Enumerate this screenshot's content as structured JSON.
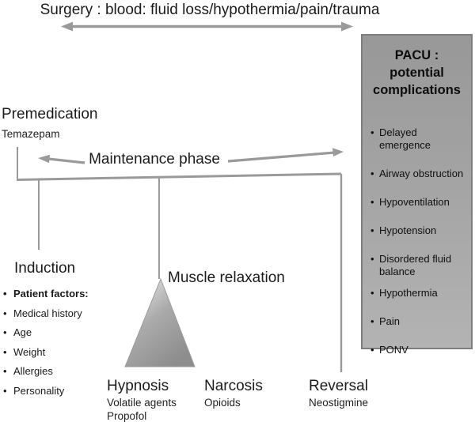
{
  "figure": {
    "surgery_banner": "Surgery : blood: fluid loss/hypothermia/pain/trauma",
    "premedication": {
      "label": "Premedication",
      "drug": "Temazepam"
    },
    "maintenance_label": "Maintenance phase",
    "induction": {
      "label": "Induction",
      "bullets": [
        "Patient factors:",
        "Medical history",
        "Age",
        "Weight",
        "Allergies",
        "Personality"
      ]
    },
    "muscle_relaxation_label": "Muscle relaxation",
    "pillars": {
      "hypnosis": {
        "label": "Hypnosis",
        "drugs": [
          "Volatile agents",
          "Propofol"
        ]
      },
      "narcosis": {
        "label": "Narcosis",
        "drugs": [
          "Opioids"
        ]
      },
      "reversal": {
        "label": "Reversal",
        "drugs": [
          "Neostigmine"
        ]
      }
    },
    "pacu": {
      "title": "PACU :\npotential\ncomplications",
      "items": [
        "Delayed emergence",
        "Airway obstruction",
        "Hypoventilation",
        "Hypotension",
        "Disordered fluid balance",
        "Hypothermia",
        "Pain",
        "PONV"
      ]
    },
    "colors": {
      "line_gray": "#999999",
      "panel_bg_top": "#989898",
      "panel_bg_bottom": "#b3b3b3",
      "panel_border": "#7e7e7e",
      "text": "#1b1b1b"
    }
  }
}
